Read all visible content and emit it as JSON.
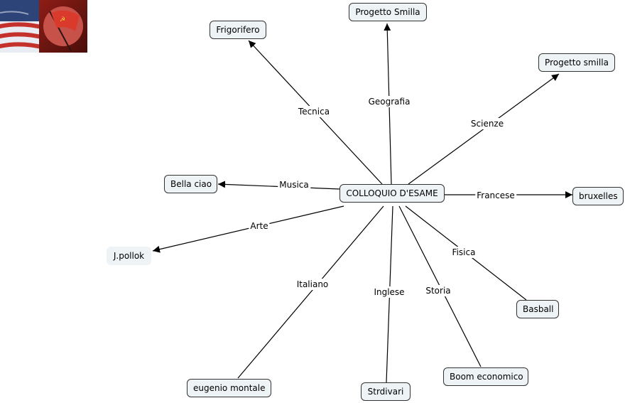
{
  "map": {
    "image_name": "flags-usa-ussr-image",
    "colors": {
      "node_fill": "#eef3f6",
      "node_border": "#333333",
      "line": "#000000"
    },
    "root": "COLLOQUIO D'ESAME",
    "nodes": {
      "frigorifero": "Frigorifero",
      "progetto_smilla_1": "Progetto Smilla",
      "progetto_smilla_2": "Progetto smilla",
      "bella_ciao": "Bella ciao",
      "bruxelles": "bruxelles",
      "jpollok": "J.pollok",
      "basball": "Basball",
      "eugenio_montale": "eugenio montale",
      "strdivari": "Strdivari",
      "boom_economico": "Boom economico"
    },
    "links": {
      "tecnica": "Tecnica",
      "geografia": "Geografia",
      "scienze": "Scienze",
      "musica": "Musica",
      "francese": "Francese",
      "arte": "Arte",
      "fisica": "Fisica",
      "italiano": "Italiano",
      "inglese": "Inglese",
      "storia": "Storia"
    }
  }
}
